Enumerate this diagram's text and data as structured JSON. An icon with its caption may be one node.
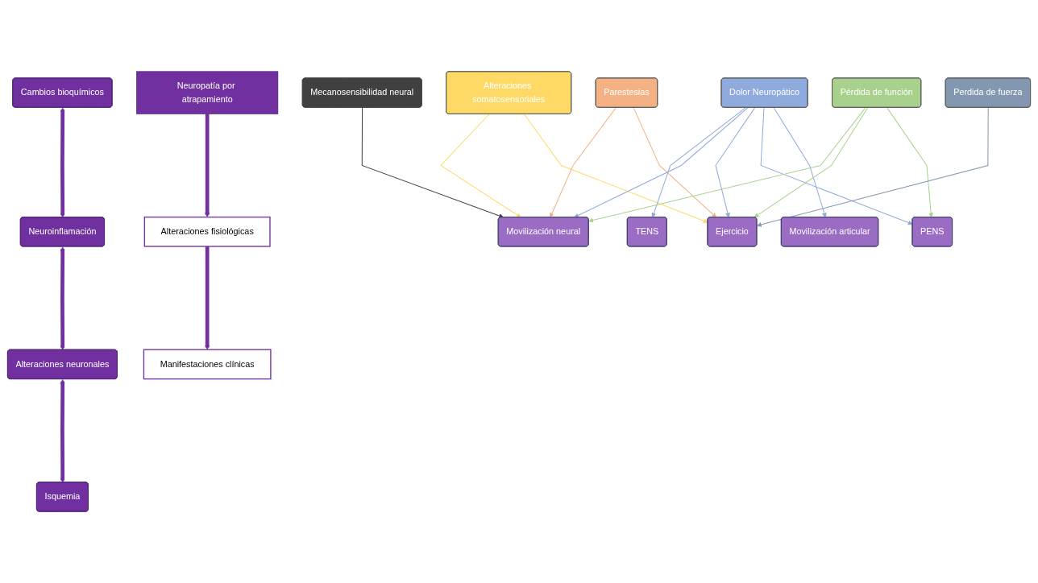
{
  "diagram": {
    "nodes": [
      {
        "text": [
          "Neuropatía por atrapamiento"
        ]
      },
      {
        "text": [
          "Alteraciones fisiológicas"
        ]
      },
      {
        "text": [
          "Cambios bioquímicos"
        ]
      },
      {
        "text": [
          "Neuroinflamación"
        ]
      },
      {
        "text": [
          "Alteraciones neuronales"
        ]
      },
      {
        "text": [
          "Isquemia"
        ]
      },
      {
        "text": [
          "Manifestaciones clínicas"
        ]
      },
      {
        "text": [
          "Alteraciones somatosensoriales"
        ]
      },
      {
        "text": [
          "Parestesias"
        ]
      },
      {
        "text": [
          "Mecanosensibilidad neural"
        ]
      },
      {
        "text": [
          "Dolor Neuropático"
        ]
      },
      {
        "text": [
          "Pérdida de función"
        ]
      },
      {
        "text": [
          "Perdida de fuerza"
        ]
      },
      {
        "text": [
          "TENS"
        ]
      },
      {
        "text": [
          "Movilización neural"
        ]
      },
      {
        "text": [
          "Ejercicio"
        ]
      },
      {
        "text": [
          "PENS"
        ]
      },
      {
        "text": [
          "Movilización articular"
        ]
      }
    ],
    "edges": [
      {
        "from": 0,
        "to": 1,
        "arrow": "to",
        "style": "thick",
        "color": "#7030a0"
      },
      {
        "from": 2,
        "to": 3,
        "arrow": "both",
        "style": "thick",
        "color": "#7030a0"
      },
      {
        "from": 3,
        "to": 4,
        "arrow": "both",
        "style": "thick",
        "color": "#7030a0"
      },
      {
        "from": 4,
        "to": 5,
        "arrow": "both",
        "style": "thick",
        "color": "#7030a0"
      },
      {
        "from": 1,
        "to": 6,
        "arrow": "to",
        "style": "thick",
        "color": "#7030a0"
      },
      {
        "from": 7,
        "to": 14,
        "arrow": "to",
        "color": "#ffd966"
      },
      {
        "from": 7,
        "to": 15,
        "arrow": "to",
        "color": "#ffd966"
      },
      {
        "from": 8,
        "to": 14,
        "arrow": "to",
        "color": "#f4b183"
      },
      {
        "from": 8,
        "to": 15,
        "arrow": "to",
        "color": "#f4b183"
      },
      {
        "from": 9,
        "to": 14,
        "arrow": "to",
        "color": "#404040"
      },
      {
        "from": 10,
        "to": 13,
        "arrow": "to",
        "color": "#8faadc"
      },
      {
        "from": 10,
        "to": 14,
        "arrow": "to",
        "color": "#8faadc"
      },
      {
        "from": 10,
        "to": 15,
        "arrow": "to",
        "color": "#8faadc"
      },
      {
        "from": 10,
        "to": 16,
        "arrow": "to",
        "color": "#8faadc"
      },
      {
        "from": 10,
        "to": 17,
        "arrow": "to",
        "color": "#8faadc"
      },
      {
        "from": 11,
        "to": 14,
        "arrow": "to",
        "color": "#a9d18e"
      },
      {
        "from": 11,
        "to": 15,
        "arrow": "to",
        "color": "#a9d18e"
      },
      {
        "from": 11,
        "to": 16,
        "arrow": "to",
        "color": "#a9d18e"
      },
      {
        "from": 12,
        "to": 15,
        "arrow": "to",
        "color": "#8497b0"
      }
    ]
  }
}
